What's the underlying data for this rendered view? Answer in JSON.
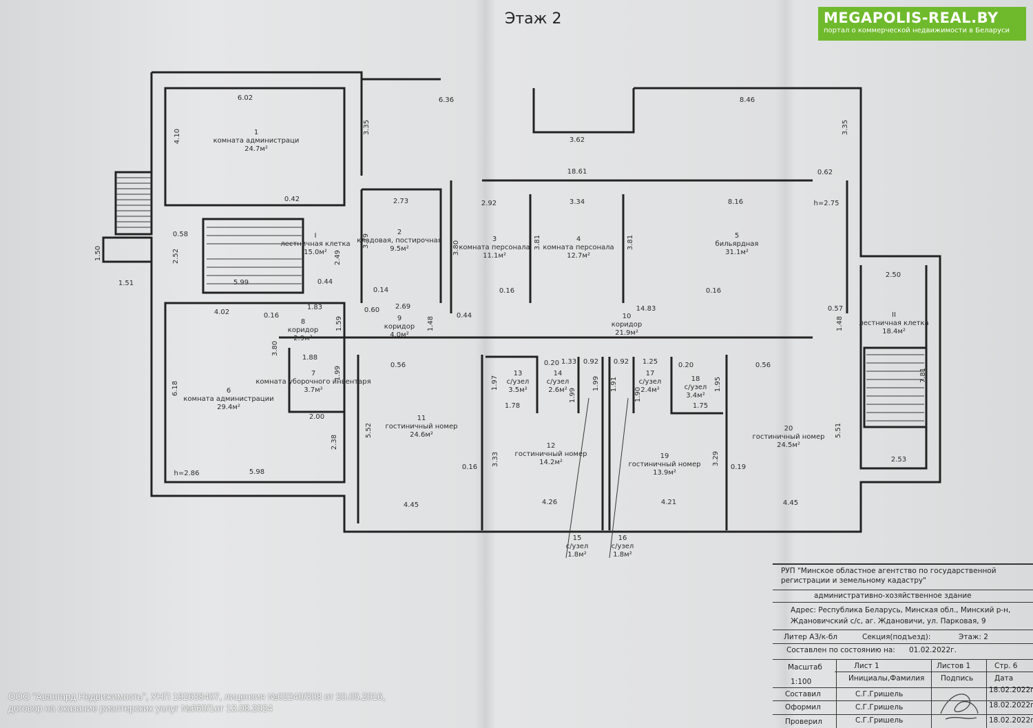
{
  "floor_title": "Этаж 2",
  "logo": {
    "name": "MEGAPOLIS-REAL.BY",
    "tagline": "портал о коммерческой недвижимости в Беларуси",
    "color": "#6fba2c"
  },
  "rooms": [
    {
      "num": "1",
      "name": "комната администраци",
      "area": "24.7м²"
    },
    {
      "num": "I",
      "name": "лестничная клетка",
      "area": "15.0м²"
    },
    {
      "num": "2",
      "name": "кладовая, постирочная",
      "area": "9.5м²"
    },
    {
      "num": "3",
      "name": "комната персонала",
      "area": "11.1м²"
    },
    {
      "num": "4",
      "name": "комната персонала",
      "area": "12.7м²"
    },
    {
      "num": "5",
      "name": "бильярдная",
      "area": "31.1м²"
    },
    {
      "num": "6",
      "name": "комната администрации",
      "area": "29.4м²"
    },
    {
      "num": "7",
      "name": "комната уборочного инвентаря",
      "area": "3.7м²"
    },
    {
      "num": "8",
      "name": "коридор",
      "area": "2.9м²"
    },
    {
      "num": "9",
      "name": "коридор",
      "area": "4.0м²"
    },
    {
      "num": "10",
      "name": "коридор",
      "area": "21.9м²"
    },
    {
      "num": "II",
      "name": "лестничная клетка",
      "area": "18.4м²"
    },
    {
      "num": "11",
      "name": "гостиничный номер",
      "area": "24.6м²"
    },
    {
      "num": "12",
      "name": "гостиничный номер",
      "area": "14.2м²"
    },
    {
      "num": "13",
      "name": "с/узел",
      "area": "3.5м²"
    },
    {
      "num": "14",
      "name": "с/узел",
      "area": "2.6м²"
    },
    {
      "num": "15",
      "name": "с/узел",
      "area": "1.8м²"
    },
    {
      "num": "16",
      "name": "с/узел",
      "area": "1.8м²"
    },
    {
      "num": "17",
      "name": "с/узел",
      "area": "2.4м²"
    },
    {
      "num": "18",
      "name": "с/узел",
      "area": "3.4м²"
    },
    {
      "num": "19",
      "name": "гостиничный номер",
      "area": "13.9м²"
    },
    {
      "num": "20",
      "name": "гостиничный номер",
      "area": "24.5м²"
    }
  ],
  "dimensions": [
    "6.02",
    "4.10",
    "6.36",
    "3.35",
    "3.62",
    "8.46",
    "3.35",
    "18.61",
    "0.62",
    "0.42",
    "0.58",
    "2.52",
    "1.50",
    "1.51",
    "5.99",
    "2.49",
    "0.44",
    "2.73",
    "3.79",
    "0.14",
    "0.60",
    "2.69",
    "3.80",
    "2.92",
    "3.81",
    "3.34",
    "3.81",
    "8.16",
    "h=2.75",
    "0.16",
    "0.16",
    "14.83",
    "0.57",
    "0.44",
    "1.48",
    "2.50",
    "1.48",
    "4.02",
    "0.16",
    "1.83",
    "1.59",
    "3.80",
    "1.88",
    "1.99",
    "2.00",
    "6.18",
    "2.38",
    "h=2.86",
    "5.98",
    "0.56",
    "5.52",
    "0.16",
    "3.33",
    "4.45",
    "0.20",
    "1.33",
    "0.92",
    "0.92",
    "1.25",
    "0.20",
    "0.56",
    "1.97",
    "1.99",
    "1.99",
    "1.91",
    "1.90",
    "1.95",
    "1.78",
    "1.75",
    "4.26",
    "4.21",
    "3.29",
    "0.19",
    "5.51",
    "4.45",
    "2.53",
    "7.81"
  ],
  "stamp": {
    "org": "РУП \"Минское областное агентство по государственной регистрации и земельному кадастру\"",
    "building": "административно-хозяйственное здание",
    "address": "Адрес: Республика Беларусь, Минская обл., Минский р-н, Ждановичский с/с, аг. Ждановичи, ул. Парковая, 9",
    "litera": "Литер А3/к-бл",
    "section": "Секция(подъезд):",
    "floor": "Этаж: 2",
    "state": "Составлен по состоянию на:",
    "state_date": "01.02.2022г.",
    "scale_h": "Масштаб",
    "sheet_h": "Лист 1",
    "sheets_h": "Листов 1",
    "page_h": "Стр. 6",
    "scale": "1:100",
    "initials_h": "Инициалы,Фамилия",
    "sign_h": "Подпись",
    "date_h": "Дата",
    "rows": [
      {
        "role": "Составил",
        "name": "С.Г.Гришель",
        "date": "18.02.2022г."
      },
      {
        "role": "Оформил",
        "name": "С.Г.Гришель",
        "date": "18.02.2022г."
      },
      {
        "role": "Проверил",
        "name": "С.Г.Гришель",
        "date": "18.02.2022г."
      }
    ]
  },
  "footer": {
    "line1": "ООО \"Авангард Недвижимость\", УНП 192638407, лицензия №02240/308 от 20.05.2016,",
    "line2": "договор на оказание риэлтерских услуг  №660/1от 13.08.2024"
  }
}
